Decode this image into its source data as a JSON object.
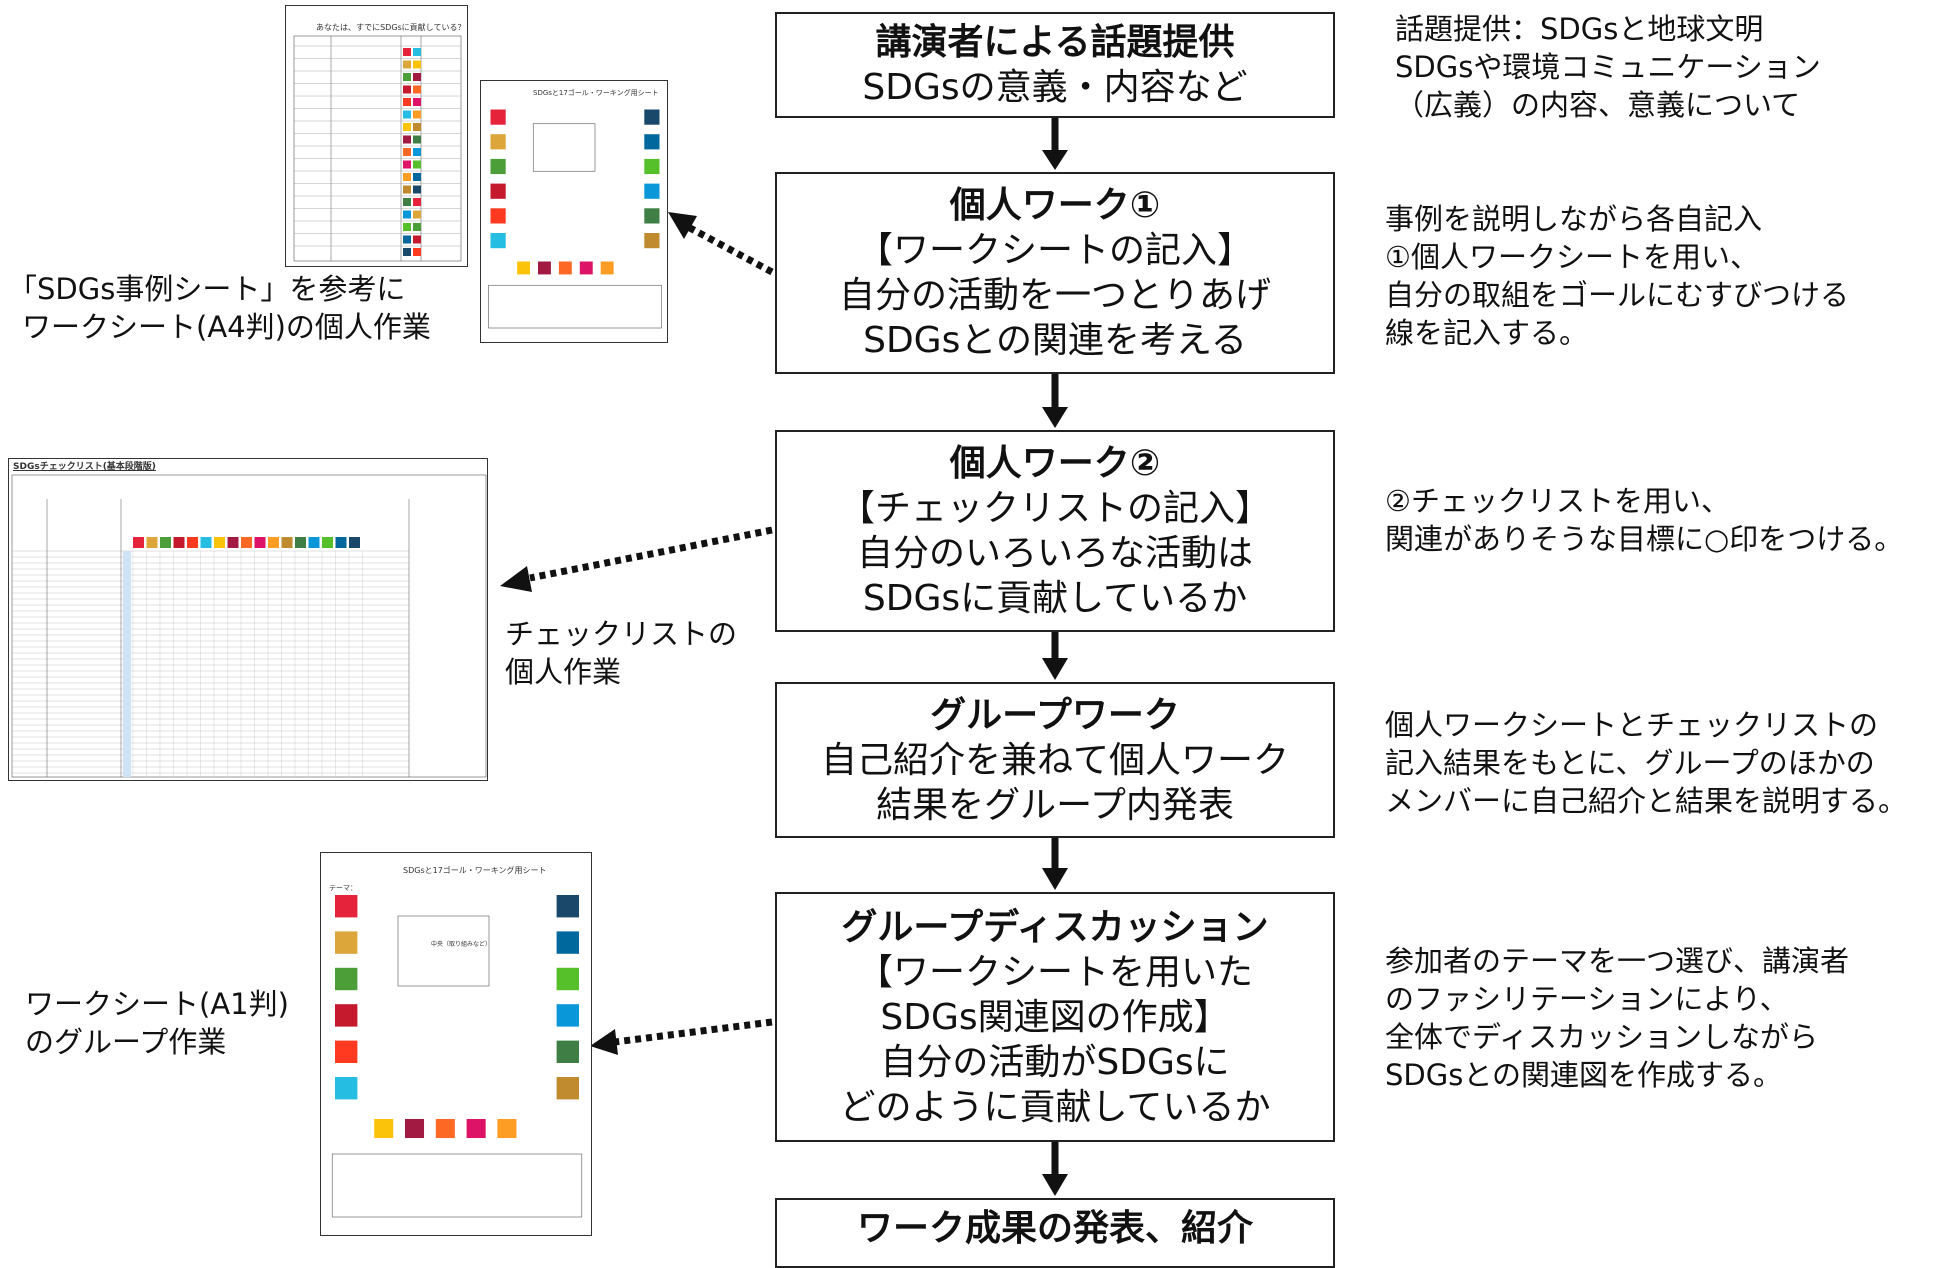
{
  "steps": [
    {
      "title": "講演者による話題提供",
      "lines": [
        "SDGsの意義・内容など"
      ]
    },
    {
      "title": "個人ワーク①",
      "lines": [
        "【ワークシートの記入】",
        "自分の活動を一つとりあげ",
        "SDGsとの関連を考える"
      ]
    },
    {
      "title": "個人ワーク②",
      "lines": [
        "【チェックリストの記入】",
        "自分のいろいろな活動は",
        "SDGsに貢献しているか"
      ]
    },
    {
      "title": "グループワーク",
      "lines": [
        "自己紹介を兼ねて個人ワーク",
        "結果をグループ内発表"
      ]
    },
    {
      "title": "グループディスカッション",
      "lines": [
        "【ワークシートを用いた",
        "SDGs関連図の作成】",
        "自分の活動がSDGsに",
        "どのように貢献しているか"
      ]
    },
    {
      "title": "ワーク成果の発表、紹介",
      "lines": []
    }
  ],
  "notes": [
    [
      "話題提供：SDGsと地球文明",
      "SDGsや環境コミュニケーション",
      "（広義）の内容、意義について"
    ],
    [
      "事例を説明しながら各自記入",
      "①個人ワークシートを用い、",
      "自分の取組をゴールにむすびつける",
      "線を記入する。"
    ],
    [
      "②チェックリストを用い、",
      "関連がありそうな目標に○印をつける。"
    ],
    [
      "個人ワークシートとチェックリストの",
      "記入結果をもとに、グループのほかの",
      "メンバーに自己紹介と結果を説明する。"
    ],
    [
      "参加者のテーマを一つ選び、講演者",
      "のファシリテーションにより、",
      "全体でディスカッションしながら",
      "SDGsとの関連図を作成する。"
    ]
  ],
  "captions": [
    [
      "「SDGs事例シート」を参考に",
      "ワークシート(A4判)の個人作業"
    ],
    [
      "チェックリストの",
      "個人作業"
    ],
    [
      "ワークシート(A1判)",
      "のグループ作業"
    ]
  ],
  "thumbs": {
    "case_sheet_title": "あなたは、すでにSDGsに貢献している？！",
    "checklist_title": "SDGsチェックリスト(基本段階版)",
    "worksheet_title": "SDGsと17ゴール・ワーキング用シート",
    "worksheet_theme": "テーマ：",
    "worksheet_center": "中央（取り組みなど）"
  },
  "colors": {
    "goals": [
      "#e5243b",
      "#dda63a",
      "#4c9f38",
      "#c5192d",
      "#ff3a21",
      "#26bde2",
      "#fcc30b",
      "#a21942",
      "#fd6925",
      "#dd1367",
      "#fd9d24",
      "#bf8b2e",
      "#3f7e44",
      "#0a97d9",
      "#56c02b",
      "#00689d",
      "#19486a"
    ]
  }
}
